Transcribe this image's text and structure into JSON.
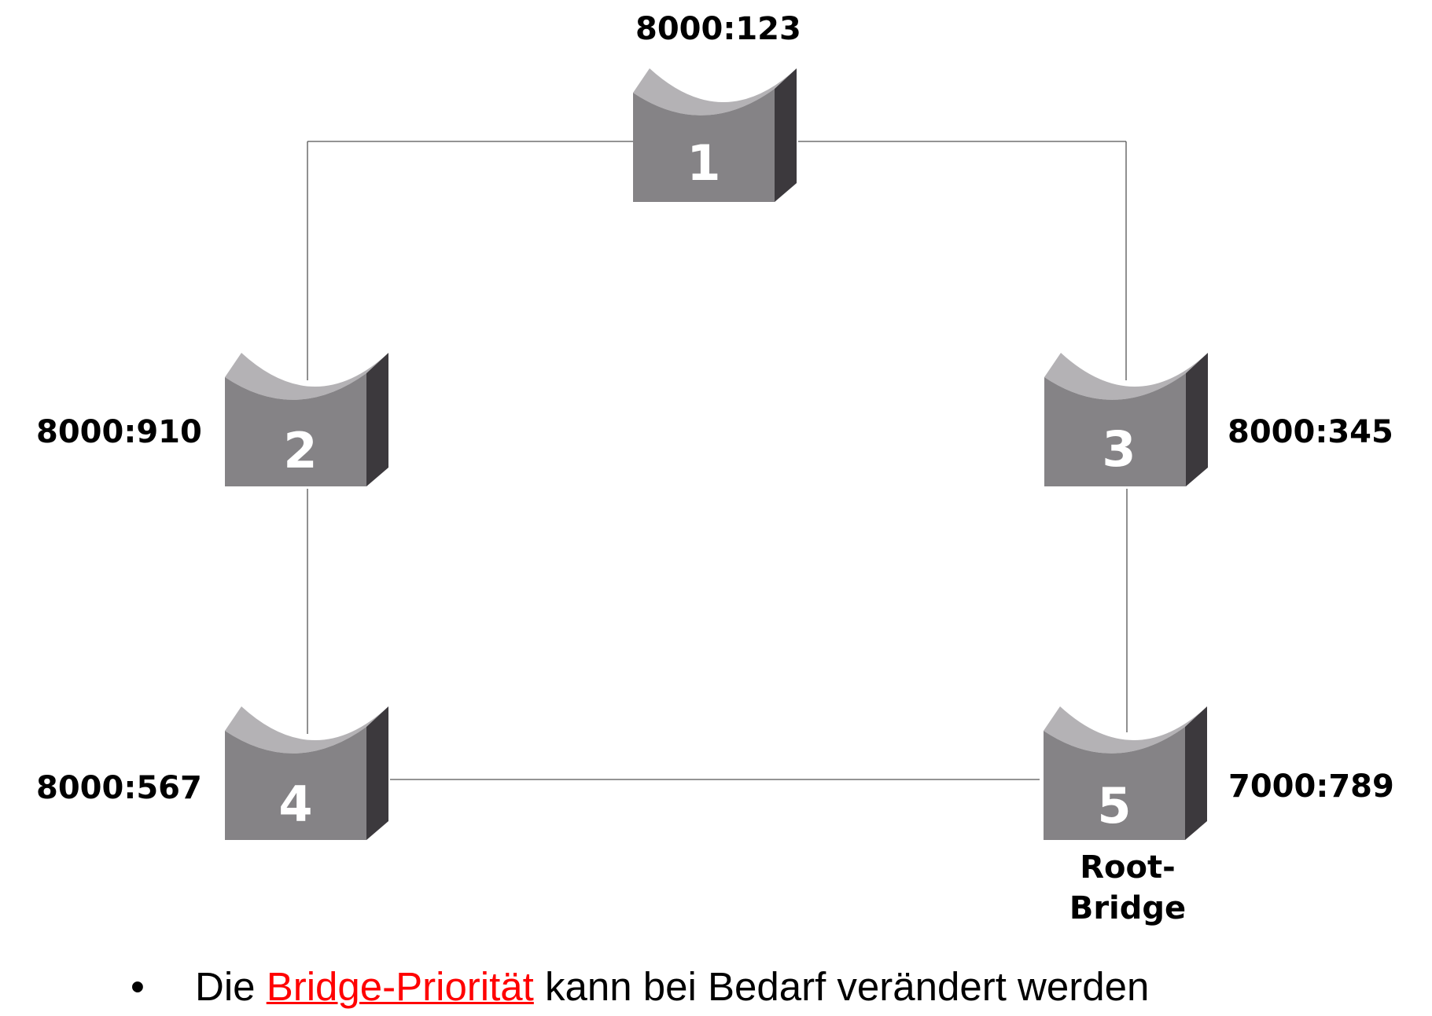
{
  "bridges": [
    {
      "number": "1",
      "id_label": "8000:123"
    },
    {
      "number": "2",
      "id_label": "8000:910"
    },
    {
      "number": "3",
      "id_label": "8000:345"
    },
    {
      "number": "4",
      "id_label": "8000:567"
    },
    {
      "number": "5",
      "id_label": "7000:789"
    }
  ],
  "root_bridge": {
    "line1": "Root-",
    "line2": "Bridge"
  },
  "bullet": {
    "symbol": "•",
    "prefix": "Die ",
    "link_text": "Bridge-Priorität",
    "suffix": " kann bei Bedarf verändert werden"
  },
  "colors": {
    "front": "#858386",
    "top": "#b4b2b5",
    "side": "#3c393d",
    "link": "#ff0000"
  }
}
